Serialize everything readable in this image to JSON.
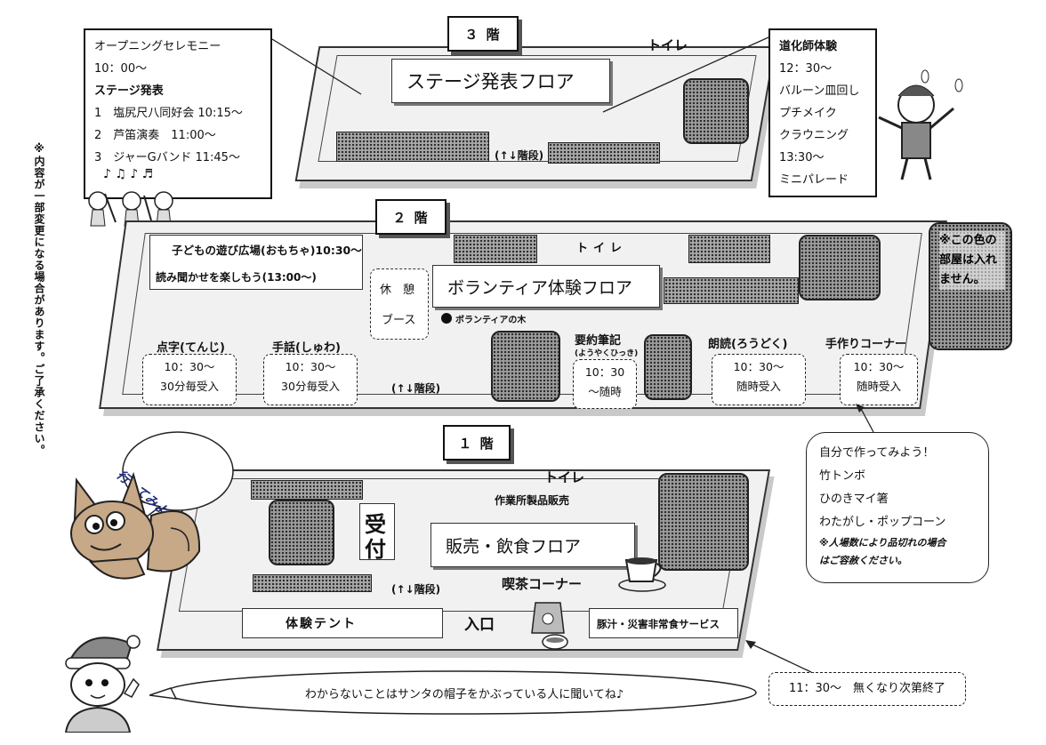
{
  "floors": {
    "f3": {
      "tab": "３ 階",
      "stage_floor": "ステージ発表フロア",
      "toilet": "トイレ",
      "stairs": "(↑↓階段)"
    },
    "f2": {
      "tab": "２ 階",
      "volunteer_floor": "ボランティア体験フロア",
      "toilet": "トイレ",
      "rest_line1": "休　憩",
      "rest_line2": "ブース",
      "tree": "ボランティアの木",
      "stairs": "(↑↓階段)"
    },
    "f1": {
      "tab": "１ 階",
      "sales_floor": "販売・飲食フロア",
      "toilet": "トイレ",
      "workshop_sales": "作業所製品販売",
      "reception_1": "受",
      "reception_2": "付",
      "cafe": "喫茶コーナー",
      "stairs": "(↑↓階段)",
      "tent": "体験テント",
      "entrance": "入口",
      "soup": "豚汁・災害非常食サービス"
    }
  },
  "stage_program": {
    "title": "オープニングセレモニー",
    "time": "10：00〜",
    "heading": "ステージ発表",
    "items": [
      "1　塩尻尺八同好会 10:15〜",
      "2　芦笛演奏　11:00〜",
      "3　ジャーGバンド 11:45〜"
    ]
  },
  "clown": {
    "title": "道化師体験",
    "time1": "12：30〜",
    "item1": "バルーン皿回し",
    "item2": "プチメイク",
    "item3": "クラウニング",
    "time2": "13:30〜",
    "item4": "ミニパレード"
  },
  "kids_area": {
    "title": "子どもの遊び広場(おもちゃ)10:30〜",
    "storytime": "読み聞かせを楽しもう(13:00〜)"
  },
  "f2_rooms": [
    {
      "name": "点字(てんじ)",
      "time": "10：30〜",
      "note": "30分毎受入"
    },
    {
      "name": "手話(しゅわ)",
      "time": "10：30〜",
      "note": "30分毎受入"
    },
    {
      "name": "要約筆記",
      "sub": "(ようやくひっき)",
      "time": "10：30",
      "note": "〜随時"
    },
    {
      "name": "朗読(ろうどく)",
      "time": "10：30〜",
      "note": "随時受入"
    },
    {
      "name": "手作りコーナー",
      "time": "10：30〜",
      "note": "随時受入"
    }
  ],
  "handmade_callout": {
    "title": "自分で作ってみよう！",
    "items": [
      "竹トンボ",
      "ひのきマイ箸",
      "わたがし・ポップコーン"
    ],
    "note1": "※人場数により品切れの場合",
    "note2": "はご容赦ください。"
  },
  "unavailable_note": "※この色の部屋は入れません。",
  "side_note": "※内容が一部変更になる場合があります。ご了承ください。",
  "fox_bubble": "行ってみよう〜！",
  "soup_time": "11：30〜　無くなり次第終了",
  "santa_message": "わからないことはサンタの帽子をかぶっている人に聞いてね♪"
}
